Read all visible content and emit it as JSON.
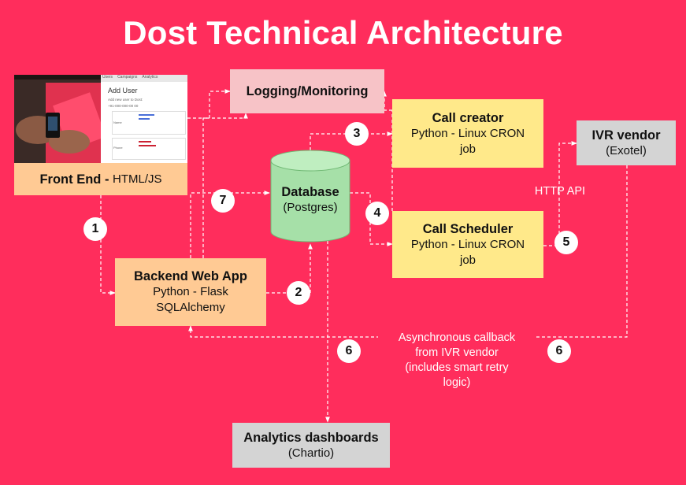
{
  "title": "Dost Technical Architecture",
  "nodes": {
    "front_end": {
      "name": "Front End",
      "sep": " - ",
      "detail": "HTML/JS"
    },
    "logging": {
      "name": "Logging/Monitoring"
    },
    "call_creator": {
      "name": "Call creator",
      "detail1": "Python - Linux CRON",
      "detail2": "job"
    },
    "ivr_vendor": {
      "name": "IVR vendor",
      "detail": "(Exotel)"
    },
    "database": {
      "name": "Database",
      "detail": "(Postgres)"
    },
    "call_scheduler": {
      "name": "Call Scheduler",
      "detail1": "Python - Linux CRON",
      "detail2": "job"
    },
    "backend": {
      "name": "Backend Web App",
      "detail1": "Python - Flask",
      "detail2": "SQLAlchemy"
    },
    "analytics": {
      "name": "Analytics dashboards",
      "detail": "(Chartio)"
    }
  },
  "screenshot": {
    "tabs": [
      "Users",
      "Campaigns",
      "Analytics"
    ],
    "heading": "Add User",
    "intro": "Add new user to Dost:",
    "phone": "+91-000-000-00 00",
    "row1_label": "Name",
    "row2_label": "Phone"
  },
  "steps": [
    "1",
    "2",
    "3",
    "4",
    "5",
    "6",
    "6",
    "7"
  ],
  "labels": {
    "http_api": "HTTP API",
    "callback_1": "Asynchronous callback",
    "callback_2": "from IVR vendor",
    "callback_3": "(includes smart retry",
    "callback_4": "logic)"
  },
  "colors": {
    "background": "#ff2d5c",
    "yellow_box": "#ffe98a",
    "orange_box": "#ffca94",
    "pink_box": "#f7c3c7",
    "gray_box": "#d4d4d4",
    "database": "#a6e0a8",
    "connector": "#ffffff"
  }
}
